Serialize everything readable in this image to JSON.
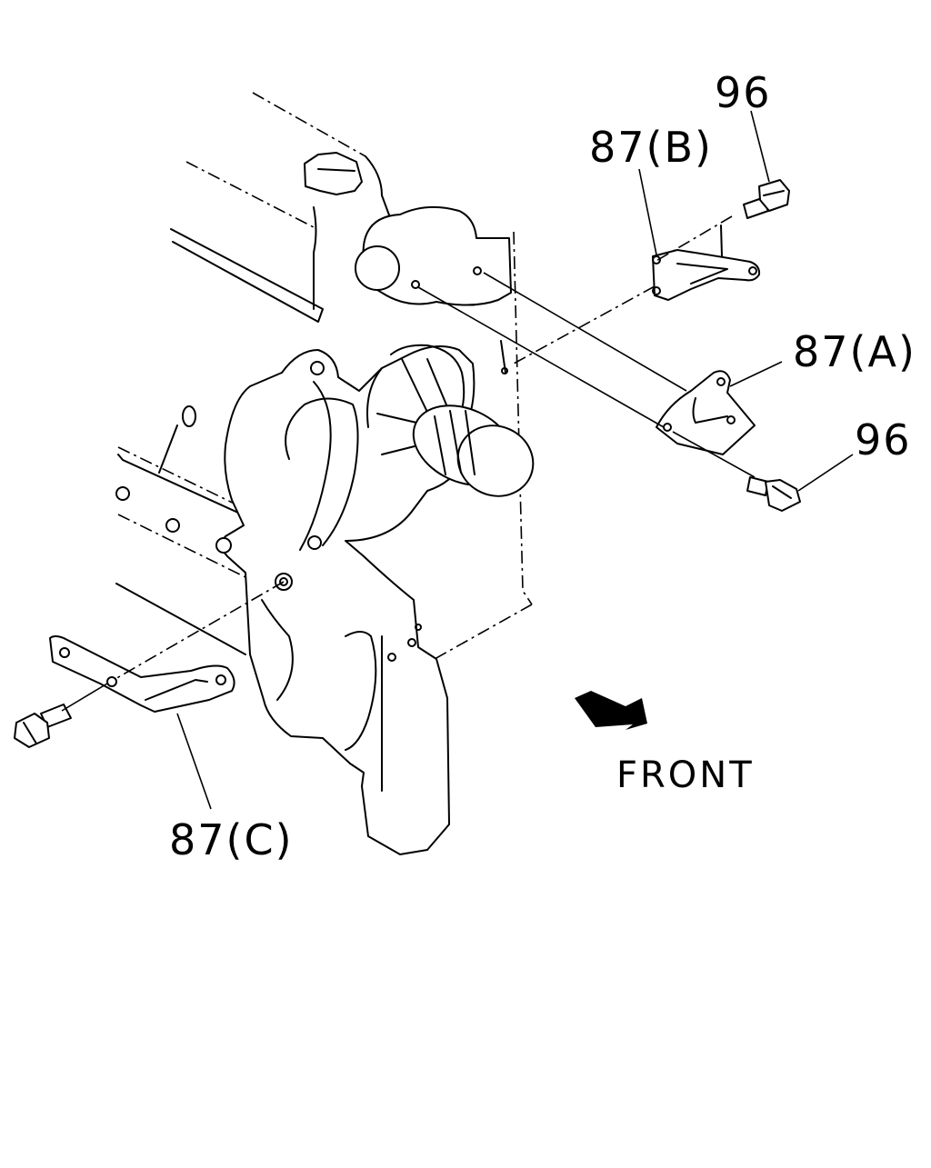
{
  "labels": {
    "bolt_top": "96",
    "bracket_b": "87(B)",
    "bracket_a": "87(A)",
    "bolt_mid": "96",
    "bracket_c": "87(C)"
  },
  "direction": {
    "text": "FRONT",
    "arrow_icon": "arrow-down-right-icon"
  }
}
